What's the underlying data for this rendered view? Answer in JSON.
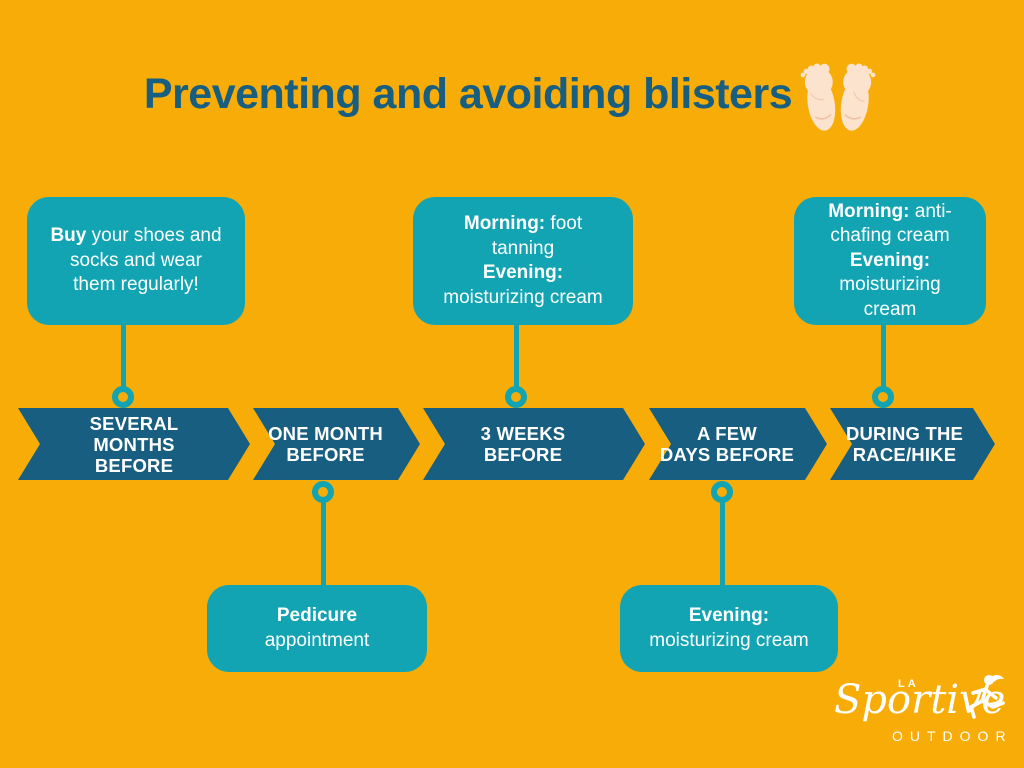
{
  "colors": {
    "bg": "#F8AC07",
    "dark": "#175E80",
    "teal": "#12A4B2",
    "light": "#FFFFFF",
    "skin": "#FBE3CE",
    "skin-line": "#EDBFA0"
  },
  "header": {
    "title": "Preventing and avoiding blisters",
    "icon": "feet-soles"
  },
  "timeline": {
    "stages": [
      {
        "label": "SEVERAL\nMONTHS\nBEFORE"
      },
      {
        "label": "ONE MONTH\nBEFORE"
      },
      {
        "label": "3 WEEKS\nBEFORE"
      },
      {
        "label": "A FEW\nDAYS BEFORE"
      },
      {
        "label": "DURING THE\nRACE/HIKE"
      }
    ]
  },
  "callouts": {
    "top": [
      {
        "segments": [
          {
            "text": "Buy",
            "bold": true
          },
          {
            "text": " your shoes and",
            "bold": false
          },
          {
            "br": true
          },
          {
            "text": "socks and wear",
            "bold": false
          },
          {
            "br": true
          },
          {
            "text": "them regularly!",
            "bold": false
          }
        ]
      },
      {
        "segments": [
          {
            "text": "Morning:",
            "bold": true
          },
          {
            "text": " foot",
            "bold": false
          },
          {
            "br": true
          },
          {
            "text": "tanning",
            "bold": false
          },
          {
            "br": true
          },
          {
            "text": "Evening:",
            "bold": true
          },
          {
            "br": true
          },
          {
            "text": "moisturizing cream",
            "bold": false
          }
        ]
      },
      {
        "segments": [
          {
            "text": "Morning:",
            "bold": true
          },
          {
            "text": " anti-",
            "bold": false
          },
          {
            "br": true
          },
          {
            "text": "chafing cream",
            "bold": false
          },
          {
            "br": true
          },
          {
            "text": "Evening:",
            "bold": true
          },
          {
            "br": true
          },
          {
            "text": "moisturizing",
            "bold": false
          },
          {
            "br": true
          },
          {
            "text": "cream",
            "bold": false
          }
        ]
      }
    ],
    "bottom": [
      {
        "segments": [
          {
            "text": "Pedicure",
            "bold": true
          },
          {
            "br": true
          },
          {
            "text": "appointment",
            "bold": false
          }
        ]
      },
      {
        "segments": [
          {
            "text": "Evening:",
            "bold": true
          },
          {
            "br": true
          },
          {
            "text": "moisturizing cream",
            "bold": false
          }
        ]
      }
    ]
  },
  "logo": {
    "la": "LA",
    "name": "Sportive",
    "sub": "OUTDOOR",
    "icon": "running-woman"
  }
}
